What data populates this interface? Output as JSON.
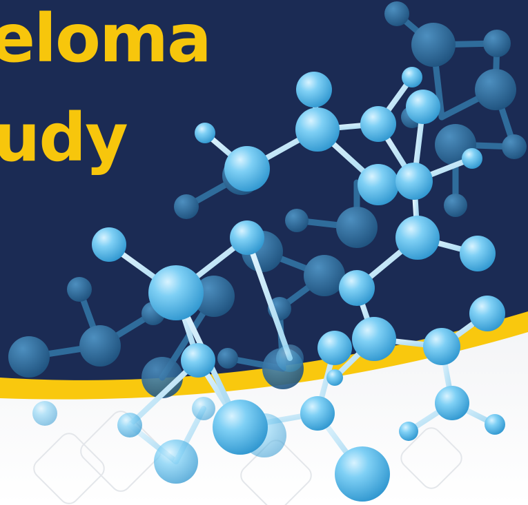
{
  "headline": {
    "line1": "eloma",
    "line2": "udy"
  },
  "colors": {
    "navy_background": "#1b2b54",
    "headline_yellow": "#f7c60c",
    "wave_yellow": "#f9c80e",
    "lower_white": "#ffffff",
    "atom_light": "#6cc4ee",
    "atom_dark": "#2b6a9a"
  },
  "graphic": {
    "subject": "molecule-structure-illustration"
  }
}
